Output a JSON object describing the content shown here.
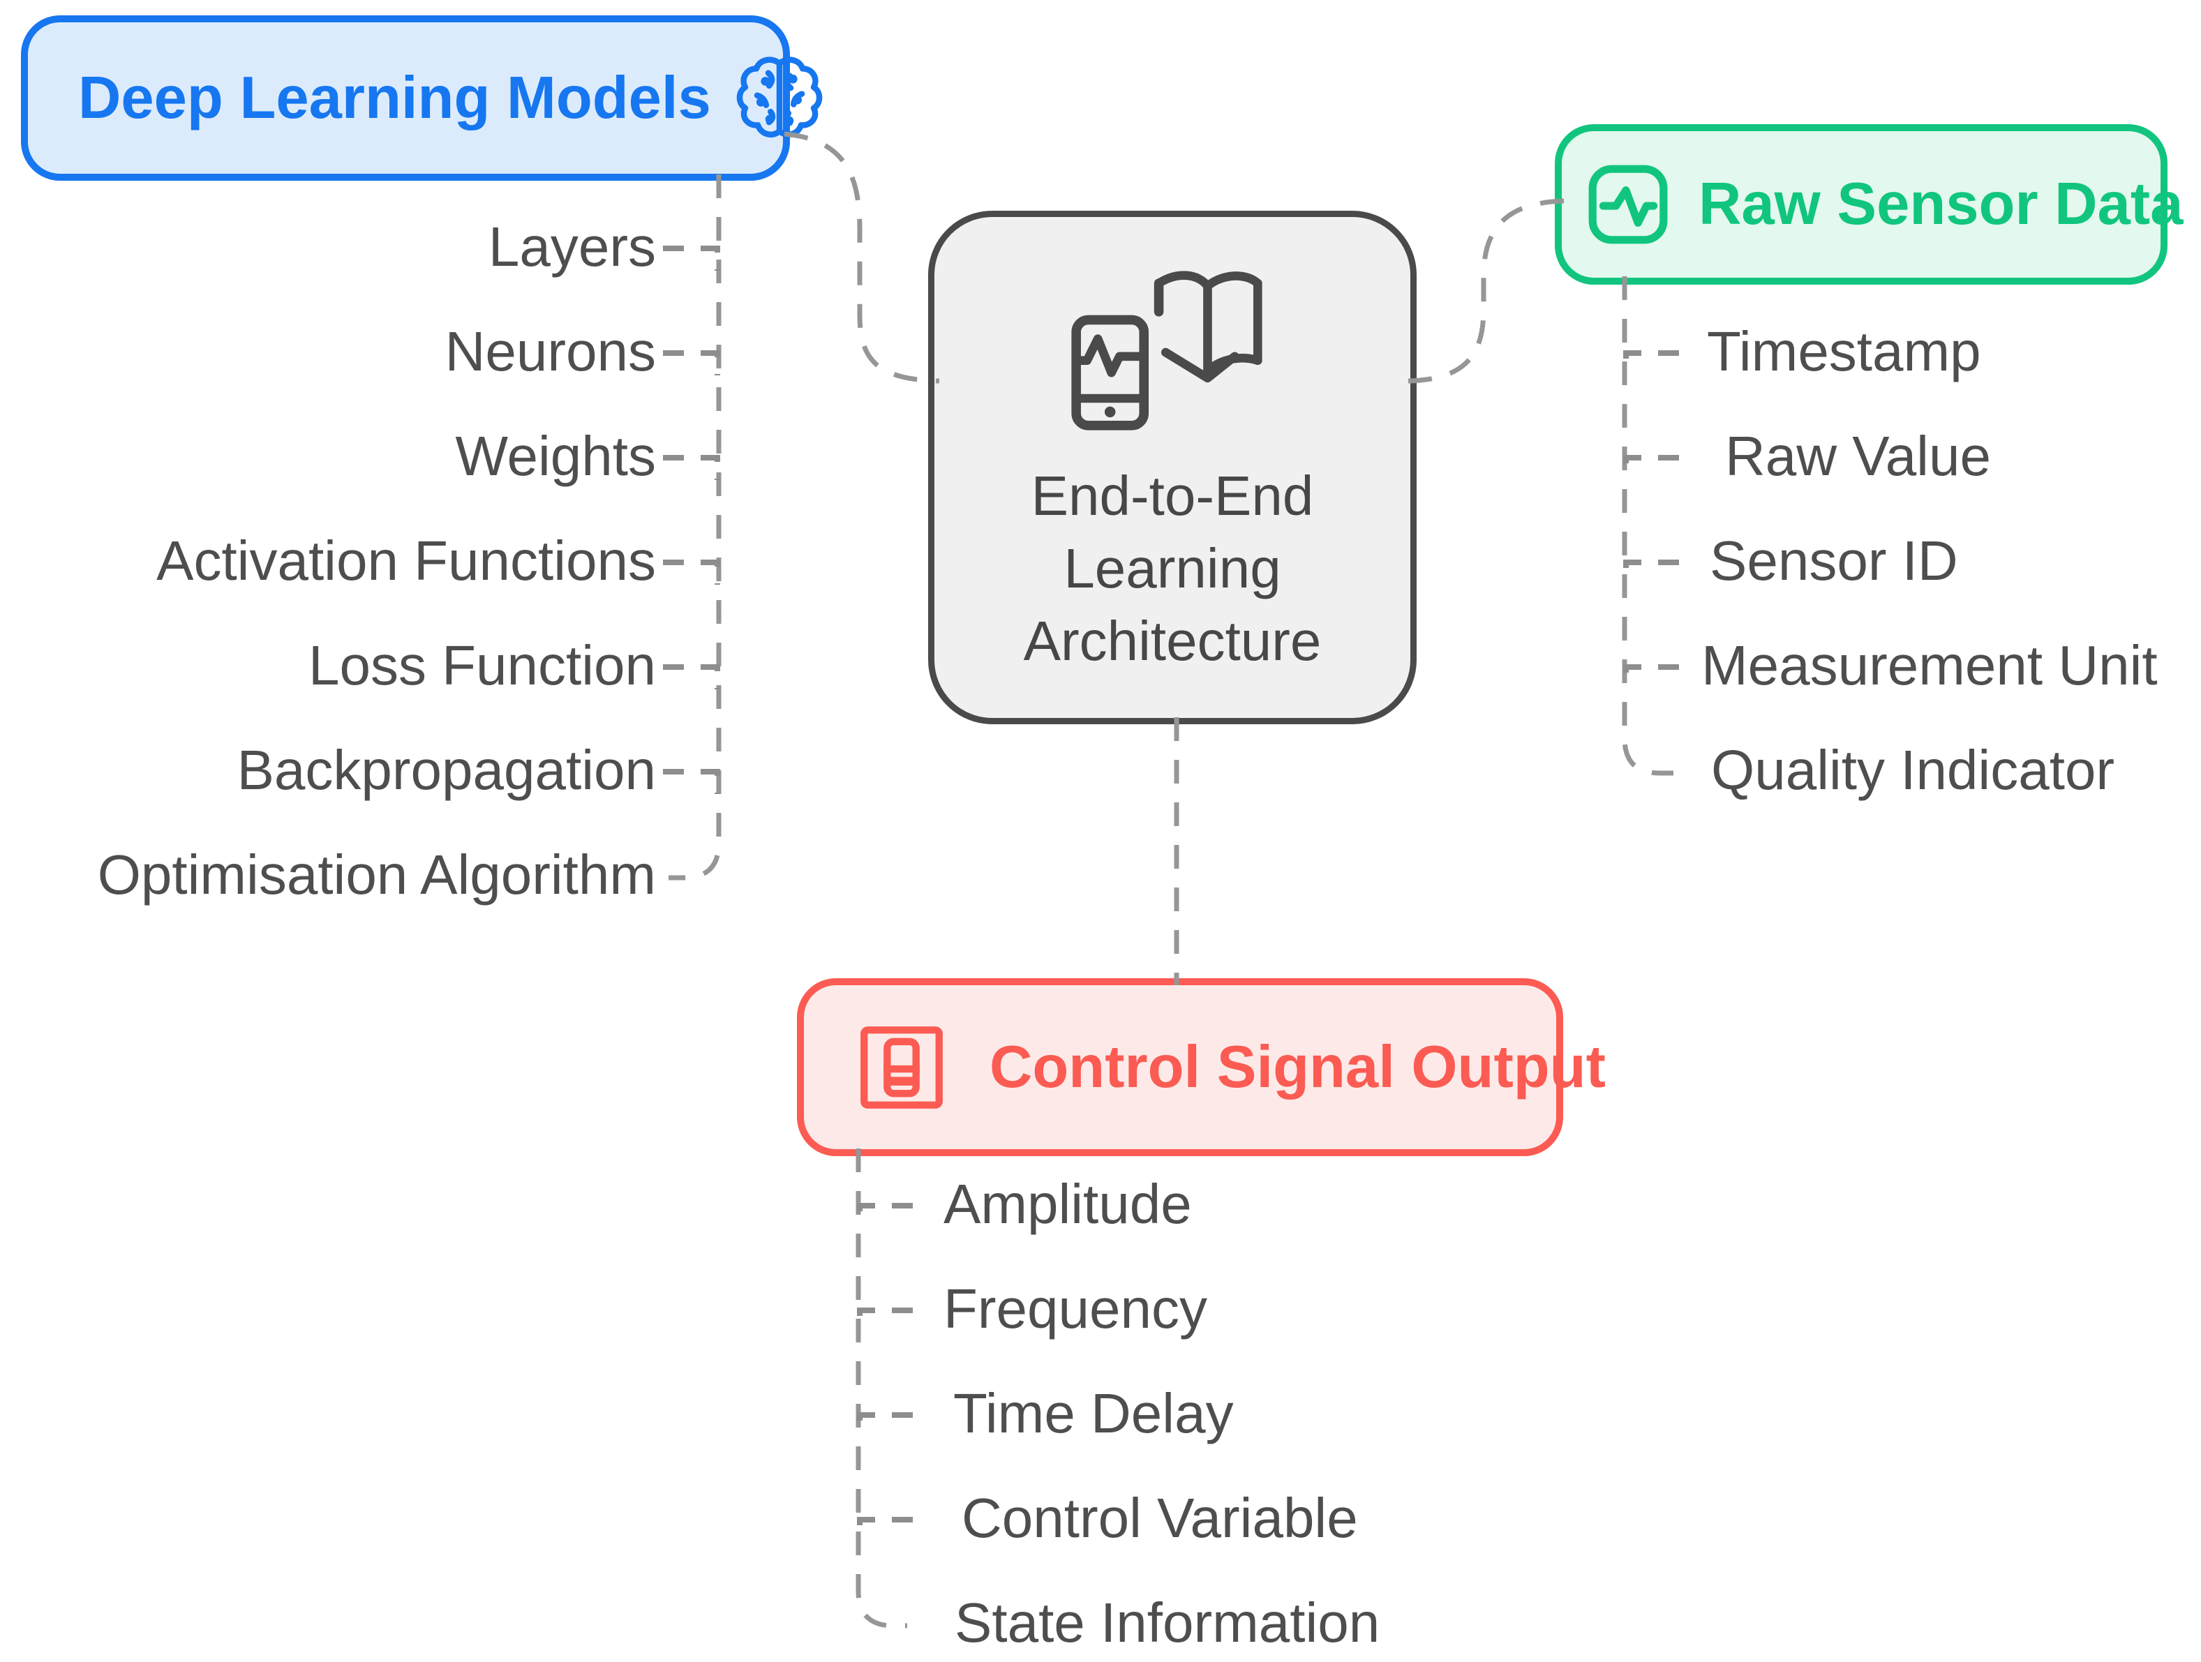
{
  "diagram": {
    "center_node": {
      "title_lines": [
        "End-to-End",
        "Learning",
        "Architecture"
      ],
      "icon": "phone-learning-icon",
      "border_color": "#4a4a4a",
      "bg_color": "#f0f0f0"
    },
    "branches": [
      {
        "title": "Deep Learning Models",
        "icon": "brain-icon",
        "accent_color": "#1677f0",
        "bg_color": "#dcebfc",
        "items": [
          "Layers",
          "Neurons",
          "Weights",
          "Activation Functions",
          "Loss Function",
          "Backpropagation",
          "Optimisation Algorithm"
        ]
      },
      {
        "title": "Raw Sensor Data",
        "icon": "activity-square-icon",
        "accent_color": "#11c57e",
        "bg_color": "#e3f8ee",
        "items": [
          "Timestamp",
          "Raw Value",
          "Sensor ID",
          "Measurement Unit",
          "Quality Indicator"
        ]
      },
      {
        "title": "Control Signal Output",
        "icon": "toggle-switch-icon",
        "accent_color": "#fb5b52",
        "bg_color": "#fdeae8",
        "items": [
          "Amplitude",
          "Frequency",
          "Time Delay",
          "Control Variable",
          "State Information"
        ]
      }
    ],
    "connector_color": "#969696",
    "item_text_color": "#4e4e4e"
  }
}
